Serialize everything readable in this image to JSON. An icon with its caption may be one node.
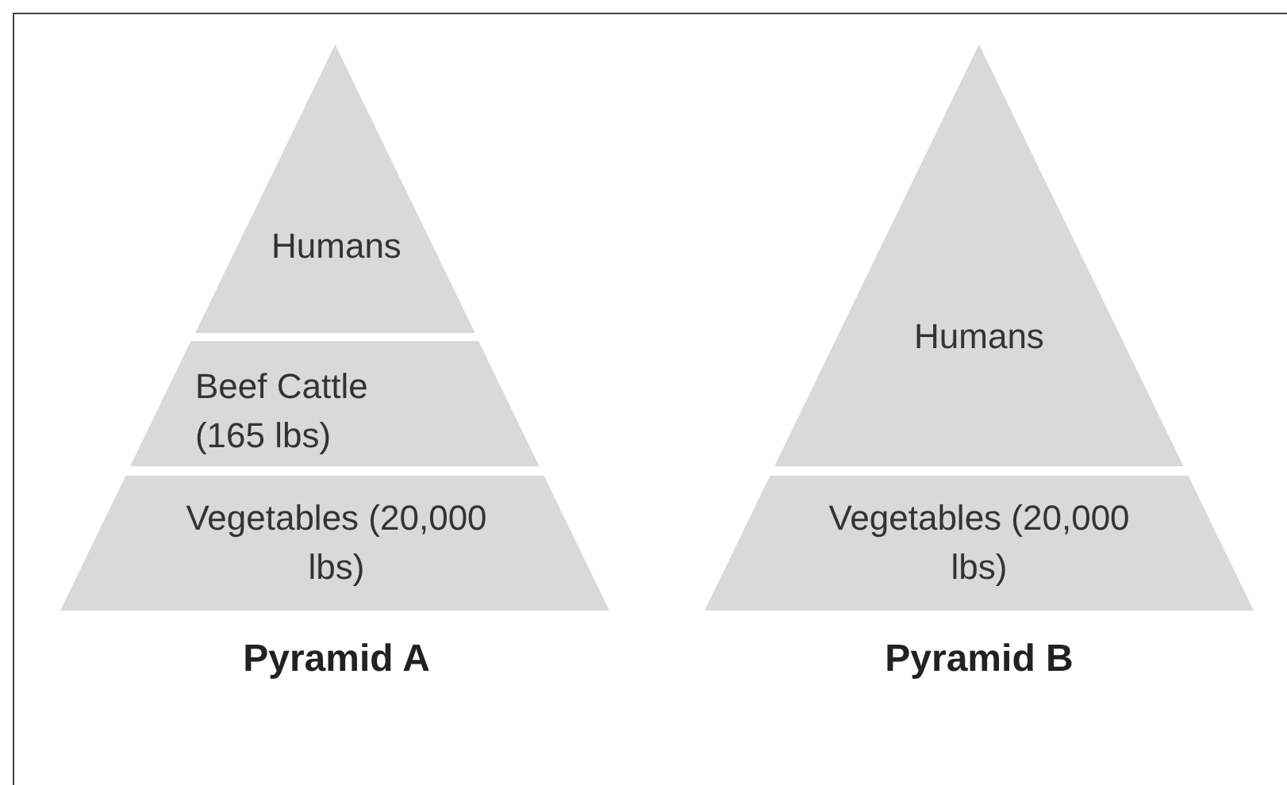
{
  "diagram": {
    "nodes": [
      {
        "text": [
          "Humans"
        ]
      },
      {
        "text": [
          "Beef Cattle (165 lbs)"
        ]
      },
      {
        "text": [
          "Vegetables (20,000 lbs)"
        ]
      },
      {
        "text": [
          "Humans"
        ]
      },
      {
        "text": [
          "Vegetables (20,000 lbs)"
        ]
      }
    ],
    "edges": [],
    "labels": [
      "Pyramid A",
      "Pyramid B"
    ]
  }
}
